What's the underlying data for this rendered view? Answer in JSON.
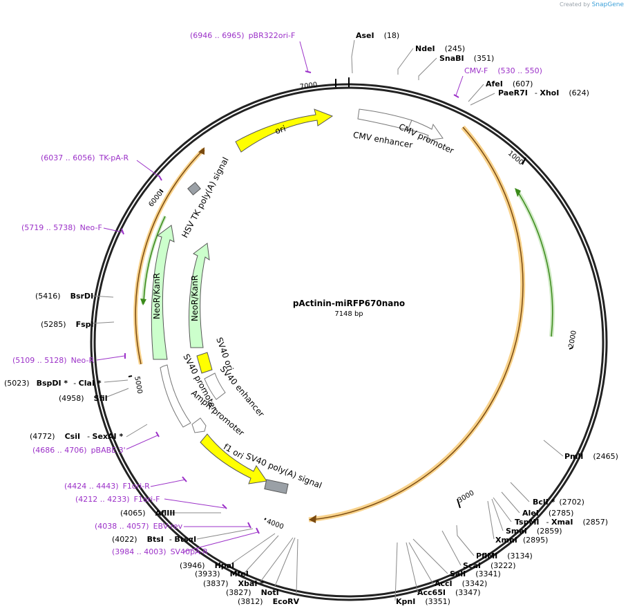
{
  "credit": {
    "prefix": "Created by",
    "brand": "SnapGene"
  },
  "plasmid": {
    "name": "pActinin-miRFP670nano",
    "length_label": "7148 bp",
    "length": 7148
  },
  "ticks": [
    {
      "pos": 1000,
      "label": "1000"
    },
    {
      "pos": 2000,
      "label": "2000"
    },
    {
      "pos": 3000,
      "label": "3000"
    },
    {
      "pos": 4000,
      "label": "4000"
    },
    {
      "pos": 5000,
      "label": "5000"
    },
    {
      "pos": 6000,
      "label": "6000"
    },
    {
      "pos": 7000,
      "label": "7000"
    }
  ],
  "sites": [
    {
      "name": "AseI",
      "pos": "(18)",
      "side": "right",
      "order": "name-first",
      "bp": 18
    },
    {
      "name": "NdeI",
      "pos": "(245)",
      "side": "right",
      "order": "name-first",
      "bp": 245
    },
    {
      "name": "SnaBI",
      "pos": "(351)",
      "side": "right",
      "order": "name-first",
      "bp": 351
    },
    {
      "name": "AfeI",
      "pos": "(607)",
      "side": "right",
      "order": "name-first",
      "bp": 607
    },
    {
      "name": "PaeR7I",
      "name2": "XhoI",
      "pos": "(624)",
      "side": "right",
      "order": "name-first",
      "bp": 624
    },
    {
      "name": "PmlI",
      "pos": "(2465)",
      "side": "right",
      "order": "name-first",
      "bp": 2465
    },
    {
      "name": "BclI *",
      "pos": "(2702)",
      "side": "right",
      "order": "name-first",
      "bp": 2702
    },
    {
      "name": "AleI",
      "pos": "(2785)",
      "side": "right",
      "order": "name-first",
      "bp": 2785
    },
    {
      "name": "TspMI",
      "name2": "XmaI",
      "pos": "(2857)",
      "side": "right",
      "order": "name-first",
      "bp": 2857
    },
    {
      "name": "SmaI",
      "pos": "(2859)",
      "side": "right",
      "order": "name-first",
      "bp": 2859
    },
    {
      "name": "XmnI",
      "pos": "(2895)",
      "side": "right",
      "order": "name-first",
      "bp": 2895
    },
    {
      "name": "PflMI",
      "pos": "(3134)",
      "side": "right",
      "order": "name-first",
      "bp": 3134
    },
    {
      "name": "ScaI",
      "pos": "(3222)",
      "side": "right",
      "order": "name-first",
      "bp": 3222
    },
    {
      "name": "SalI",
      "pos": "(3341)",
      "side": "right",
      "order": "name-first",
      "bp": 3341
    },
    {
      "name": "AccI",
      "pos": "(3342)",
      "side": "right",
      "order": "name-first",
      "bp": 3342
    },
    {
      "name": "Acc65I",
      "pos": "(3347)",
      "side": "right",
      "order": "name-first",
      "bp": 3347
    },
    {
      "name": "KpnI",
      "pos": "(3351)",
      "side": "right",
      "order": "name-first",
      "bp": 3351
    },
    {
      "name": "EcoRV",
      "pos": "(3812)",
      "side": "left",
      "order": "pos-first",
      "bp": 3812
    },
    {
      "name": "NotI",
      "pos": "(3827)",
      "side": "left",
      "order": "pos-first",
      "bp": 3827
    },
    {
      "name": "XbaI *",
      "pos": "(3837)",
      "side": "left",
      "order": "pos-first",
      "bp": 3837
    },
    {
      "name": "MfeI",
      "pos": "(3933)",
      "side": "left",
      "order": "pos-first",
      "bp": 3933
    },
    {
      "name": "HpaI",
      "pos": "(3946)",
      "side": "left",
      "order": "pos-first",
      "bp": 3946
    },
    {
      "name": "BtsI",
      "name2": "BtsαI",
      "pos": "(4022)",
      "side": "left",
      "order": "pos-first",
      "bp": 4022
    },
    {
      "name": "AflIII",
      "pos": "(4065)",
      "side": "left",
      "order": "pos-first",
      "bp": 4065
    },
    {
      "name": "SfiI",
      "pos": "(4958)",
      "side": "left",
      "order": "pos-first",
      "bp": 4958
    },
    {
      "name": "BspDI *",
      "name2": "ClaI *",
      "pos": "(5023)",
      "side": "left",
      "order": "pos-first",
      "bp": 5023
    },
    {
      "name": "FspI",
      "pos": "(5285)",
      "side": "left",
      "order": "pos-first",
      "bp": 5285
    },
    {
      "name": "BsrDI",
      "pos": "(5416)",
      "side": "left",
      "order": "pos-first",
      "bp": 5416
    },
    {
      "name": "CsiI",
      "name2": "SexAI *",
      "pos": "(4772)",
      "side": "left",
      "order": "pos-first",
      "bp": 4772
    }
  ],
  "primers": [
    {
      "range": "(6946 .. 6965)",
      "name": "pBR322ori-F"
    },
    {
      "range": "(530 .. 550)",
      "name": "CMV-F"
    },
    {
      "range": "(6037 .. 6056)",
      "name": "TK-pA-R"
    },
    {
      "range": "(5719 .. 5738)",
      "name": "Neo-F"
    },
    {
      "range": "(5109 .. 5128)",
      "name": "Neo-R"
    },
    {
      "range": "(4686 .. 4706)",
      "name": "pBABE 3'"
    },
    {
      "range": "(4424 .. 4443)",
      "name": "F1ori-R"
    },
    {
      "range": "(4212 .. 4233)",
      "name": "F1ori-F"
    },
    {
      "range": "(4038 .. 4057)",
      "name": "EBV-rev"
    },
    {
      "range": "(3984 .. 4003)",
      "name": "SV40pA-R"
    }
  ],
  "features": [
    {
      "name": "ori",
      "color": "#ffff00"
    },
    {
      "name": "CMV enhancer",
      "color": "#ffffff"
    },
    {
      "name": "CMV promoter",
      "color": "#ffffff"
    },
    {
      "name": "HSV TK poly(A) signal",
      "color": "#999999"
    },
    {
      "name": "NeoR/KanR",
      "color": "#ccffcc"
    },
    {
      "name": "NeoR/KanR",
      "color": "#ccffcc"
    },
    {
      "name": "SV40 ori",
      "color": "#ffff00"
    },
    {
      "name": "SV40 enhancer",
      "color": "#ffffff"
    },
    {
      "name": "SV40 promoter",
      "color": "#ffffff"
    },
    {
      "name": "AmpR promoter",
      "color": "#ffffff"
    },
    {
      "name": "f1 ori",
      "color": "#ffff00"
    },
    {
      "name": "SV40 poly(A) signal",
      "color": "#999999"
    }
  ],
  "colors": {
    "backbone": "#222222",
    "primer": "#9b30c8",
    "orf_fill": "#f5c77e",
    "orf_line": "#7a4a10",
    "green_arrow": "#3a8a1a"
  }
}
